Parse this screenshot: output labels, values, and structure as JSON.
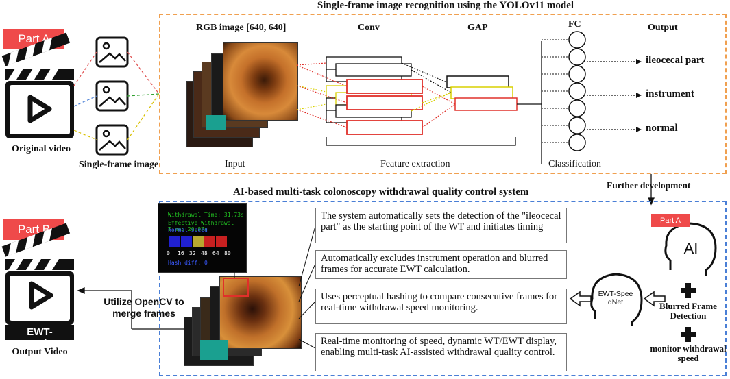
{
  "colors": {
    "part_tag": "#ef4a4a",
    "section_a_border": "#f0a050",
    "section_b_border": "#4a7fd6",
    "highlight_red": "#e0302a",
    "highlight_yellow": "#d8d000"
  },
  "part_a": {
    "tag": "Part A",
    "title": "Single-frame image recognition using the YOLOv11 model",
    "original_video_label": "Original video",
    "single_frame_label": "Single-frame image",
    "col_rgb": "RGB image [640, 640]",
    "col_conv": "Conv",
    "col_gap": "GAP",
    "col_fc": "FC",
    "col_output": "Output",
    "outputs": [
      "ileocecal part",
      "instrument",
      "normal"
    ],
    "label_input": "Input",
    "label_feature": "Feature extraction",
    "label_classification": "Classification",
    "further": "Further development"
  },
  "part_b": {
    "tag": "Part B",
    "title": "AI-based multi-task colonoscopy withdrawal quality control system",
    "output_logo": "EWT-SpeedNet",
    "output_video_label": "Output Video",
    "merge_label": "Utilize OpenCV to merge frames",
    "overlay": {
      "withdrawal_time": "Withdrawal Time: 31.73s",
      "effective_time": "Effective Withdrawal Time: 20.97s",
      "speed_status": "normal speed",
      "scale": [
        "0",
        "16",
        "32",
        "48",
        "64",
        "80"
      ],
      "hash_diff": "Hash diff: 0"
    },
    "boxes": [
      "The system automatically sets the detection of the \"ileocecal part\" as the starting point of the WT and initiates timing",
      "Automatically excludes instrument operation and blurred frames for accurate EWT calculation.",
      "Uses perceptual hashing to compare consecutive frames for real-time withdrawal speed monitoring.",
      "Real-time monitoring of speed, dynamic WT/EWT display, enabling multi-task AI-assisted withdrawal quality control."
    ],
    "speednet_head_label": "EWT-SpeedNet",
    "ai_head_label": "AI",
    "part_a_mini": "Part A",
    "blurred_label": "Blurred Frame Detection",
    "monitor_label": "monitor withdrawal speed"
  },
  "icons": [
    "clapperboard-icon",
    "image-icon",
    "head-icon",
    "plus-icon",
    "hollow-arrow-icon"
  ]
}
